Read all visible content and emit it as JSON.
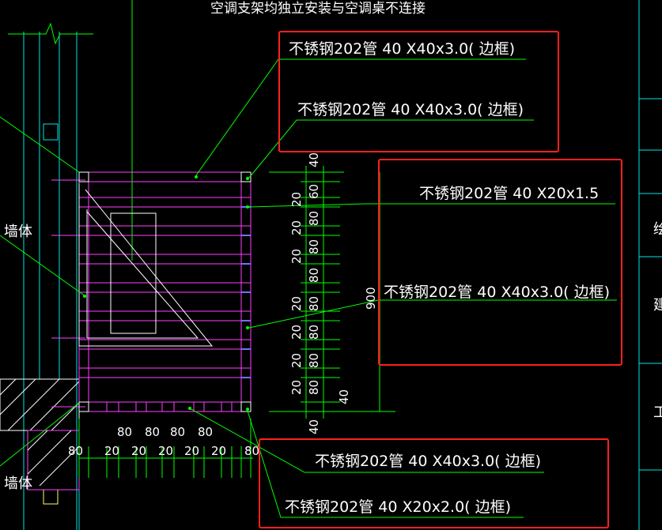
{
  "title": "空调支架均独立安装与空调桌不连接",
  "wall_label": "墙体",
  "callouts": {
    "top_1": "不锈钢202管  40 X40x3.0(  边框)",
    "top_2": "不锈钢202管  40 X40x3.0(  边框)",
    "right_1": "不锈钢202管  40 X20x1.5",
    "right_2": "不锈钢202管  40 X40x3.0(  边框)",
    "bottom_1": "不锈钢202管 40 X40x3.0(  边框)",
    "bottom_2": "不锈钢202管  40 X20x2.0(  边框)"
  },
  "vertical_dims": {
    "col_a": [
      "40",
      "20",
      "20",
      "20",
      "20",
      "20",
      "20",
      "20",
      "40"
    ],
    "col_b": [
      "60",
      "80",
      "80",
      "80",
      "80",
      "80",
      "80",
      "80"
    ],
    "total": "900",
    "bottom": "40"
  },
  "horizontal_dims": {
    "top_row": [
      "80",
      "80",
      "80",
      "80"
    ],
    "bottom_row": [
      "80",
      "20",
      "20",
      "20",
      "20",
      "20",
      "80"
    ]
  },
  "side_labels": [
    "绘",
    "建",
    "工"
  ],
  "colors": {
    "background": "#000000",
    "frame": "#ff40ff",
    "leader": "#00ff00",
    "highlight_box": "#ff2020",
    "wall_line": "#00e5e5",
    "text": "#ffffff"
  }
}
